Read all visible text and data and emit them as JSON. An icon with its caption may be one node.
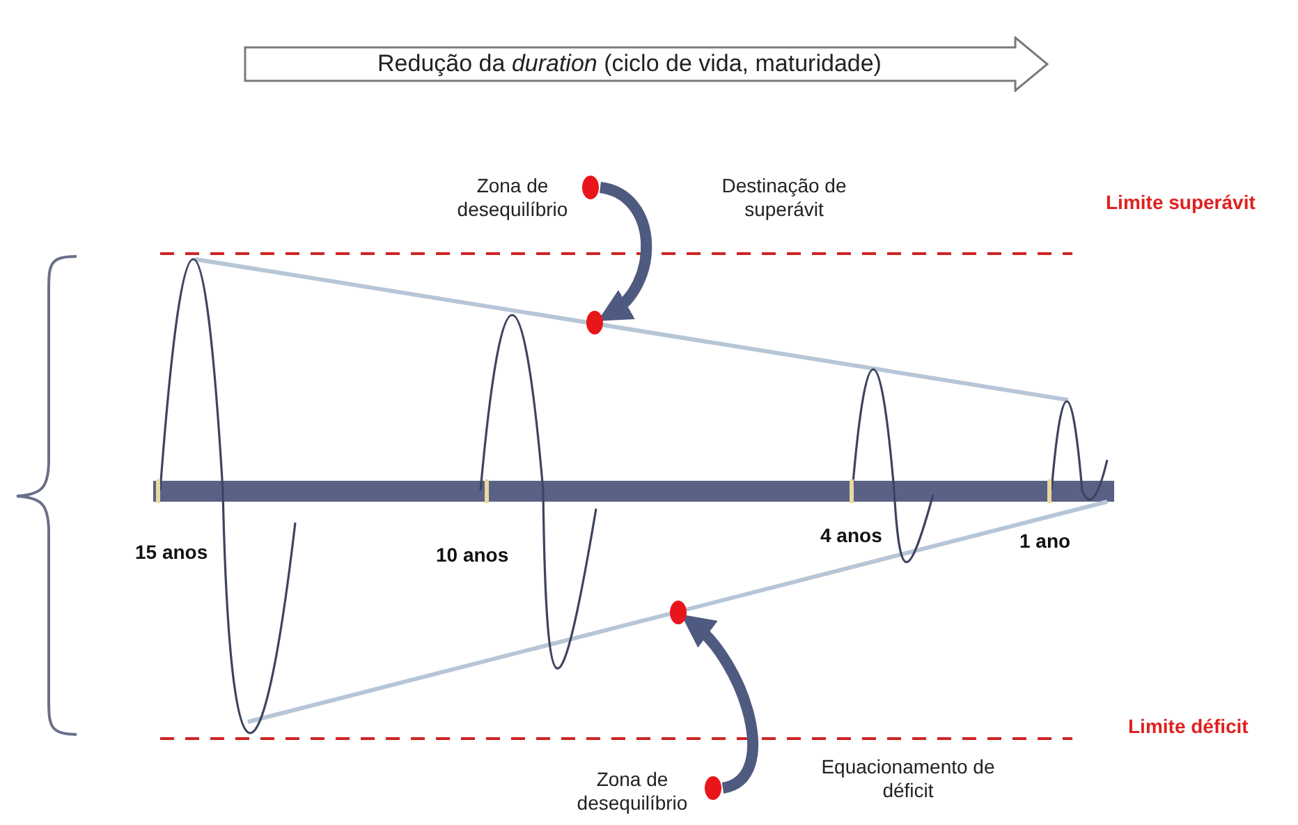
{
  "diagram": {
    "nodes": [
      {
        "text": [
          "Redução da *duration* (ciclo de vida, maturidade)"
        ]
      },
      {
        "text": [],
        "shape": "circle"
      },
      {
        "text": [],
        "shape": "circle"
      },
      {
        "text": [],
        "shape": "circle"
      },
      {
        "text": [],
        "shape": "circle"
      }
    ],
    "edges": [
      {
        "from": 1,
        "to": 2,
        "arrow": "to"
      },
      {
        "from": 4,
        "to": 3,
        "arrow": "to"
      }
    ],
    "labels": [
      "Zona de desequilíbrio",
      "Destinação de superávit",
      "Limite superávit",
      "15 anos",
      "10 anos",
      "4 anos",
      "1 ano",
      "Limite déficit",
      "Zona de desequilíbrio",
      "Equacionamento de déficit"
    ]
  }
}
